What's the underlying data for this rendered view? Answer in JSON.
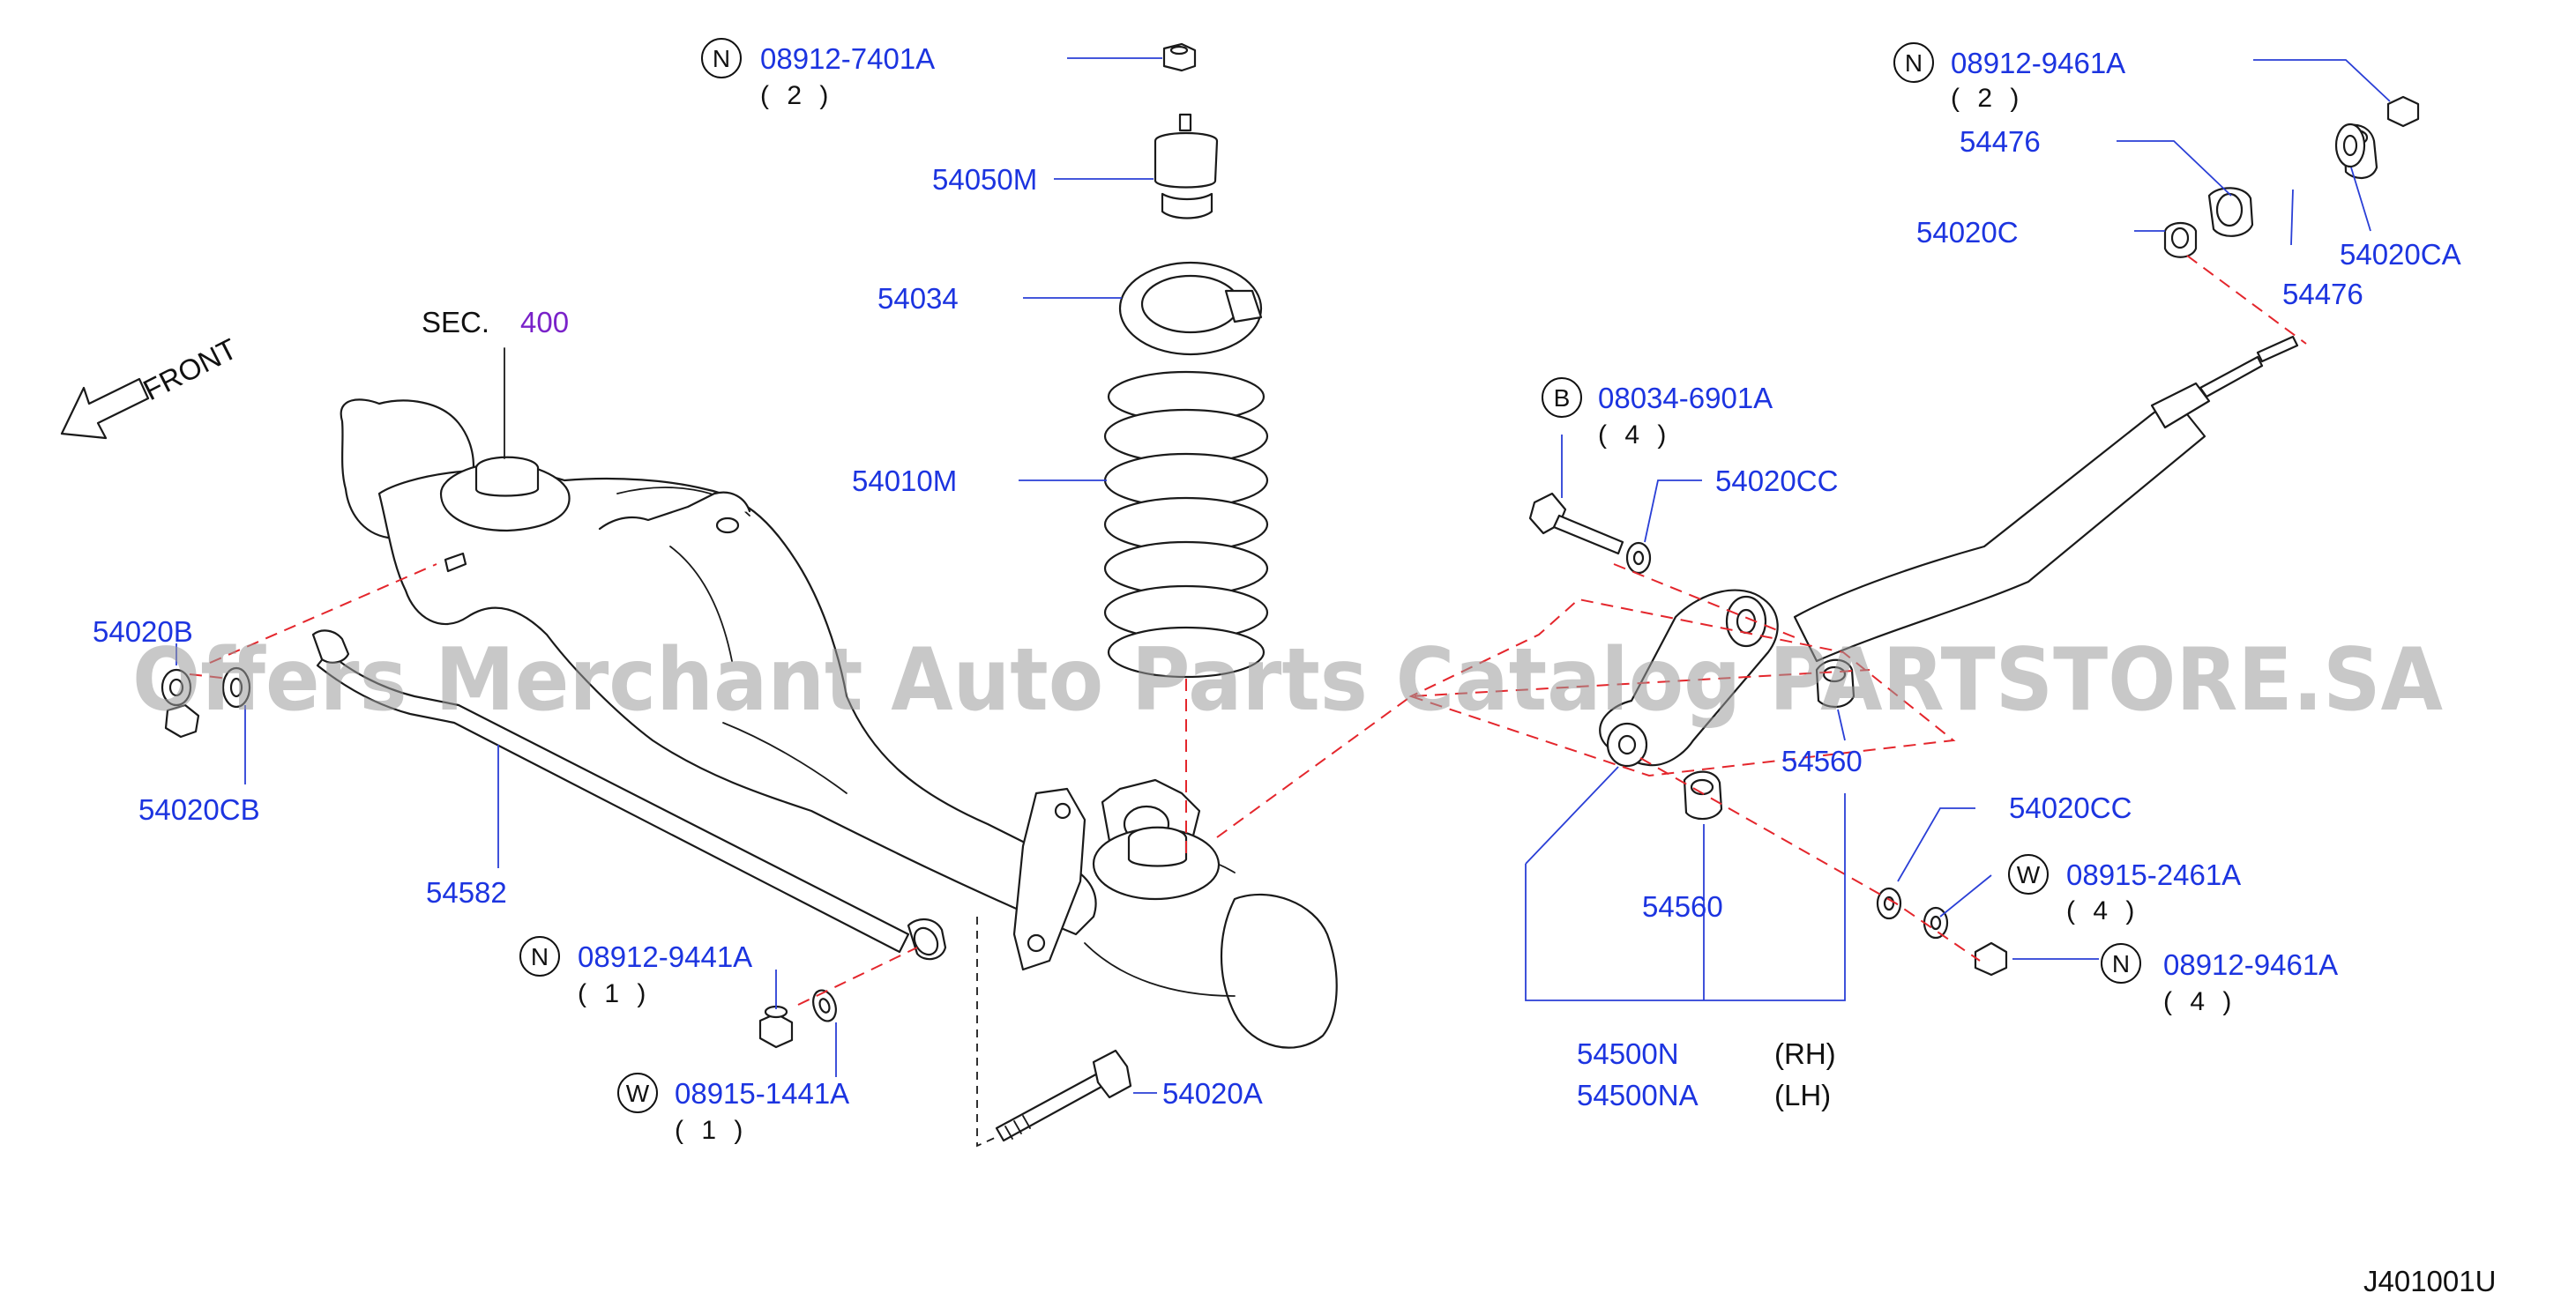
{
  "diagram": {
    "front_label": "FRONT",
    "section_ref": {
      "prefix": "SEC.",
      "number": "400"
    },
    "drawing_code": "J401001U",
    "watermark": "Offers Merchant Auto Parts Catalog PARTSTORE.SA",
    "colors": {
      "part_number": "#1c34e0",
      "section_link": "#7a22c9",
      "phantom_line": "#e4262c",
      "watermark": "#9a9a9a"
    },
    "callouts": [
      {
        "id": "nut-top",
        "badge": "N",
        "part": "08912-7401A",
        "qty": "( 2 )"
      },
      {
        "id": "bound-bumper",
        "part": "54050M"
      },
      {
        "id": "spring-seat",
        "part": "54034"
      },
      {
        "id": "coil-spring",
        "part": "54010M"
      },
      {
        "id": "nut-upper-right",
        "badge": "N",
        "part": "08912-9461A",
        "qty": "( 2 )"
      },
      {
        "id": "bushing-upper",
        "part": "54476"
      },
      {
        "id": "bushing-lower",
        "part": "54476"
      },
      {
        "id": "washer-c",
        "part": "54020C"
      },
      {
        "id": "washer-ca",
        "part": "54020CA"
      },
      {
        "id": "bolt-b",
        "badge": "B",
        "part": "08034-6901A",
        "qty": "( 4 )"
      },
      {
        "id": "washer-cc-top",
        "part": "54020CC"
      },
      {
        "id": "bushing-54560-upper",
        "part": "54560"
      },
      {
        "id": "bushing-54560-lower",
        "part": "54560"
      },
      {
        "id": "washer-cc-bottom",
        "part": "54020CC"
      },
      {
        "id": "washer-w-right",
        "badge": "W",
        "part": "08915-2461A",
        "qty": "( 4 )"
      },
      {
        "id": "nut-right",
        "badge": "N",
        "part": "08912-9461A",
        "qty": "( 4 )"
      },
      {
        "id": "link-rh",
        "part": "54500N",
        "side": "(RH)"
      },
      {
        "id": "link-lh",
        "part": "54500NA",
        "side": "(LH)"
      },
      {
        "id": "washer-b",
        "part": "54020B"
      },
      {
        "id": "washer-cb",
        "part": "54020CB"
      },
      {
        "id": "stabilizer",
        "part": "54582"
      },
      {
        "id": "nut-left",
        "badge": "N",
        "part": "08912-9441A",
        "qty": "( 1 )"
      },
      {
        "id": "washer-w-left",
        "badge": "W",
        "part": "08915-1441A",
        "qty": "( 1 )"
      },
      {
        "id": "bolt-a",
        "part": "54020A"
      }
    ]
  }
}
